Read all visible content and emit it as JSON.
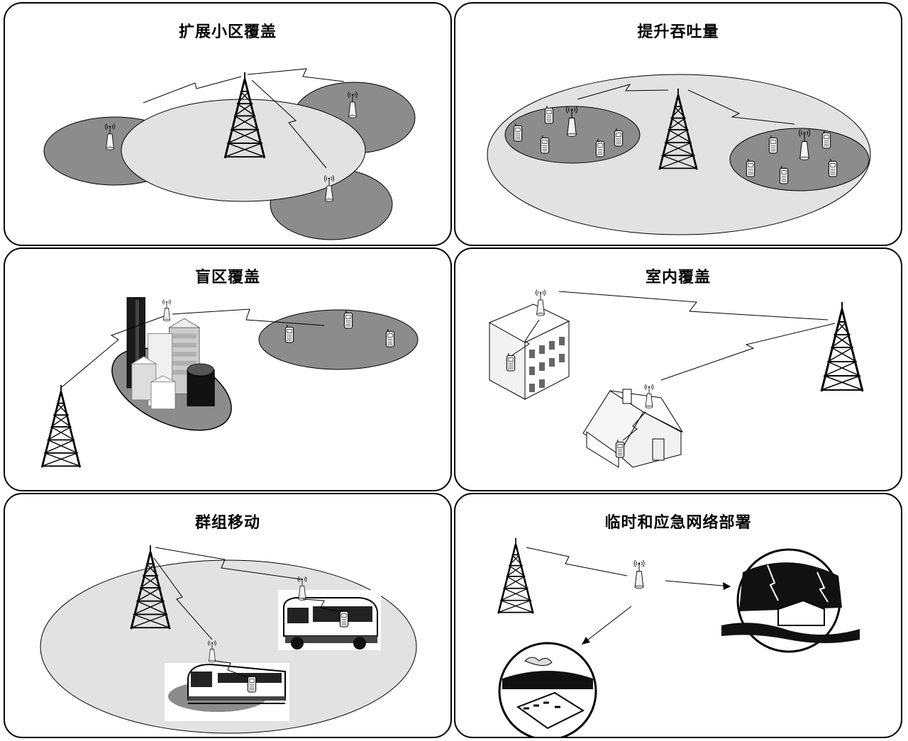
{
  "figure": {
    "panels": [
      {
        "id": "extend-coverage",
        "title": "扩展小区覆盖"
      },
      {
        "id": "increase-throughput",
        "title": "提升吞吐量"
      },
      {
        "id": "blind-spot-coverage",
        "title": "盲区覆盖"
      },
      {
        "id": "indoor-coverage",
        "title": "室内覆盖"
      },
      {
        "id": "group-mobility",
        "title": "群组移动"
      },
      {
        "id": "emergency-deployment",
        "title": "临时和应急网络部署"
      }
    ]
  },
  "colors": {
    "cell_dark": "#8c8c8c",
    "cell_light": "#e2e2e2",
    "outline": "#000000"
  }
}
